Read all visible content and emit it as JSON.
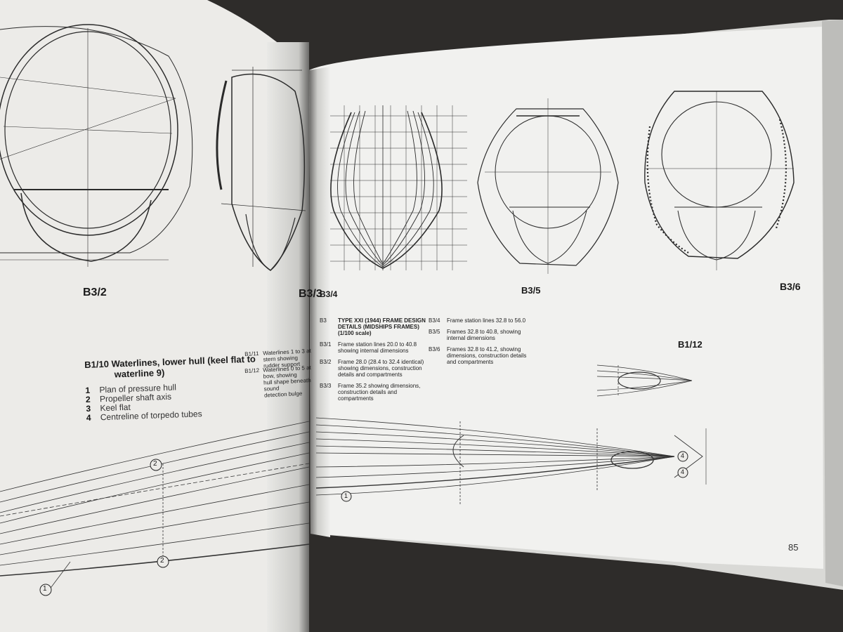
{
  "left_page": {
    "figure_labels": {
      "b3_2": "B3/2",
      "b3_3_clipped": "B3/3"
    },
    "caption_b1_10": {
      "title_line1": "B1/10 Waterlines, lower hull (keel flat to",
      "title_line2": "waterline 9)",
      "items": [
        {
          "num": "1",
          "text": "Plan of pressure hull"
        },
        {
          "num": "2",
          "text": "Propeller shaft axis"
        },
        {
          "num": "3",
          "text": "Keel flat"
        },
        {
          "num": "4",
          "text": "Centreline of torpedo tubes"
        }
      ]
    },
    "caption_b1_11": {
      "code": "B1/11",
      "text": "Waterlines 1 to 3 at stern showing\nrudder support"
    },
    "caption_b1_12": {
      "code": "B1/12",
      "text": "Waterlines 0 to 5 at bow, showing\nhull shape beneath sound\ndetection bulge"
    }
  },
  "right_page": {
    "figure_labels": {
      "b3_4": "B3/4",
      "b3_5": "B3/5",
      "b3_6": "B3/6",
      "b1_12": "B1/12"
    },
    "captions_col1": [
      {
        "code": "B3",
        "text": "TYPE XXI (1944) FRAME DESIGN\nDETAILS (MIDSHIPS FRAMES)\n(1/100 scale)"
      },
      {
        "code": "B3/1",
        "text": "Frame station lines 20.0 to 40.8\nshowing internal dimensions"
      },
      {
        "code": "B3/2",
        "text": "Frame 28.0 (28.4 to 32.4 identical)\nshowing dimensions, construction\ndetails and compartments"
      },
      {
        "code": "B3/3",
        "text": "Frame 35.2 showing dimensions,\nconstruction details and\ncompartments"
      }
    ],
    "captions_col2": [
      {
        "code": "B3/4",
        "text": "Frame station lines 32.8 to 56.0"
      },
      {
        "code": "B3/5",
        "text": "Frames 32.8 to 40.8, showing\ninternal dimensions"
      },
      {
        "code": "B3/6",
        "text": "Frames 32.8 to 41.2, showing\ndimensions, construction details\nand compartments"
      }
    ],
    "page_number": "85"
  },
  "drawing_callouts": {
    "left_plan_top": "2",
    "left_plan_bottom": "2",
    "left_plan_corner": "1",
    "right_plan_a": "1",
    "right_plan_b": "4",
    "right_plan_c": "4"
  },
  "colors": {
    "page": "#f1f1ef",
    "ink": "#2a2a2a",
    "background": "#2e2c2a"
  }
}
